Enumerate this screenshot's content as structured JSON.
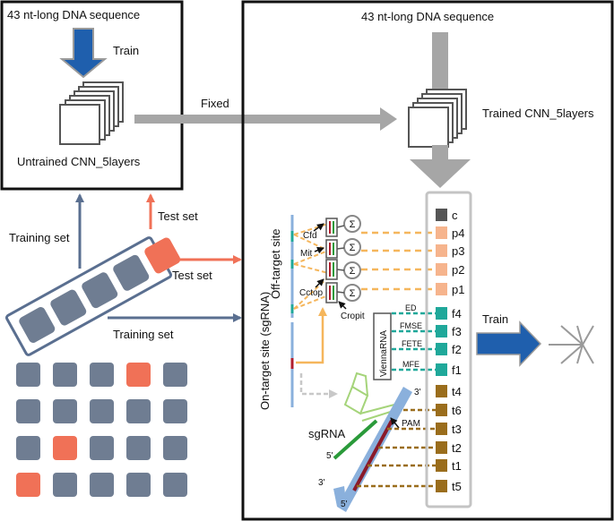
{
  "left_box": {
    "title": "43  nt-long  DNA  sequence",
    "train_label": "Train",
    "model_label": "Untrained  CNN_5layers"
  },
  "fixed_label": "Fixed",
  "right_box": {
    "title": "43  nt-long  DNA  sequence",
    "model_label": "Trained  CNN_5layers"
  },
  "split": {
    "training_set_up": "Training set",
    "test_set_up": "Test set",
    "test_set_right": "Test set",
    "training_set_right": "Training set"
  },
  "colors": {
    "slate": "#5a6f90",
    "salmon": "#f07157",
    "gray_block": "#6f7d92",
    "gray_arrow": "#a6a6a6",
    "blue_arrow": "#1f5fad",
    "orange_dash": "#f5b65c",
    "teal": "#1fa89a",
    "brown": "#9a6d1c",
    "peach": "#f6b48d",
    "dark_gray": "#555555",
    "light_blue": "#8ab0dc"
  },
  "grid": {
    "rows": [
      [
        "gray",
        "gray",
        "gray",
        "red",
        "gray"
      ],
      [
        "gray",
        "gray",
        "gray",
        "gray",
        "gray"
      ],
      [
        "gray",
        "red",
        "gray",
        "gray",
        "gray"
      ],
      [
        "red",
        "gray",
        "gray",
        "gray",
        "gray"
      ]
    ]
  },
  "strand_labels": {
    "off_target": "Off-target site",
    "on_target": "On-target site (sgRNA)"
  },
  "scores": {
    "cfd": "Cfd",
    "mit": "Mit",
    "cctop": "Cctop",
    "cropit": "Cropit",
    "sum_symbol": "Σ"
  },
  "features": {
    "c": "c",
    "p": [
      "p4",
      "p3",
      "p2",
      "p1"
    ],
    "f": [
      "f4",
      "f3",
      "f2",
      "f1"
    ],
    "t": [
      "t4",
      "t6",
      "t3",
      "t2",
      "t1",
      "t5"
    ]
  },
  "energy_labels": [
    "ED",
    "FMSE",
    "FETE",
    "MFE"
  ],
  "vienna_label": "ViennaRNA",
  "sgrna": {
    "label": "sgRNA",
    "pam": "PAM",
    "end_3_top": "3'",
    "end_5_left": "5'",
    "end_3_left": "3'",
    "end_5_bottom": "5'"
  },
  "final_train_label": "Train"
}
